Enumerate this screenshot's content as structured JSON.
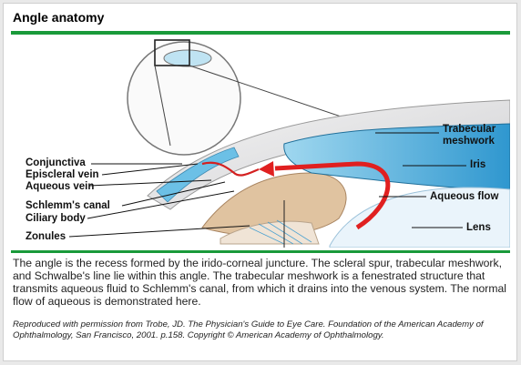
{
  "title": "Angle anatomy",
  "labels": {
    "conjunctiva": "Conjunctiva",
    "episcleral_vein": "Episcleral vein",
    "aqueous_vein": "Aqueous vein",
    "schlemms_canal": "Schlemm's canal",
    "ciliary_body": "Ciliary body",
    "zonules": "Zonules",
    "trabecular_meshwork": [
      "Trabecular",
      "meshwork"
    ],
    "iris": "Iris",
    "aqueous_flow": "Aqueous flow",
    "lens": "Lens"
  },
  "caption": "The angle is the recess formed by the irido-corneal juncture. The scleral spur, trabecular meshwork, and Schwalbe's line lie within this angle. The trabecular meshwork is a fenestrated structure that transmits aqueous fluid to Schlemm's canal, from which it drains into the venous system. The normal flow of aqueous is demonstrated here.",
  "credit": "Reproduced with permission from Trobe, JD. The Physician's Guide to Eye Care. Foundation of the American Academy of Ophthalmology, San Francisco, 2001. p.158. Copyright © American Academy of Ophthalmology.",
  "colors": {
    "accent_green": "#1a9a3a",
    "iris_blue": "#4fb3df",
    "flow_red": "#e02020",
    "tissue_tan": "#d8b890"
  }
}
